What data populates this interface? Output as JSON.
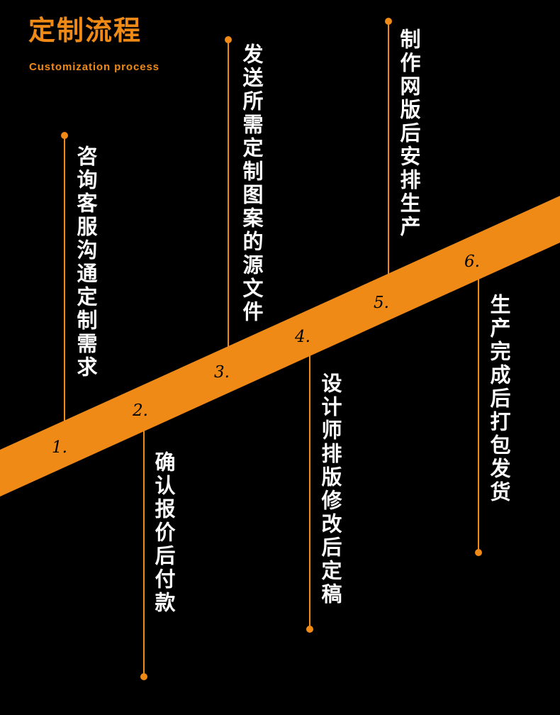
{
  "header": {
    "title": "定制流程",
    "subtitle": "Customization process"
  },
  "colors": {
    "accent": "#f08a16",
    "background": "#000000",
    "text": "#ffffff"
  },
  "steps": [
    {
      "number": "1.",
      "text": "咨询客服沟通定制需求"
    },
    {
      "number": "2.",
      "text": "确认报价后付款"
    },
    {
      "number": "3.",
      "text": "发送所需定制图案的源文件"
    },
    {
      "number": "4.",
      "text": "设计师排版修改后定稿"
    },
    {
      "number": "5.",
      "text": "制作网版后安排生产"
    },
    {
      "number": "6.",
      "text": "生产完成后打包发货"
    }
  ]
}
